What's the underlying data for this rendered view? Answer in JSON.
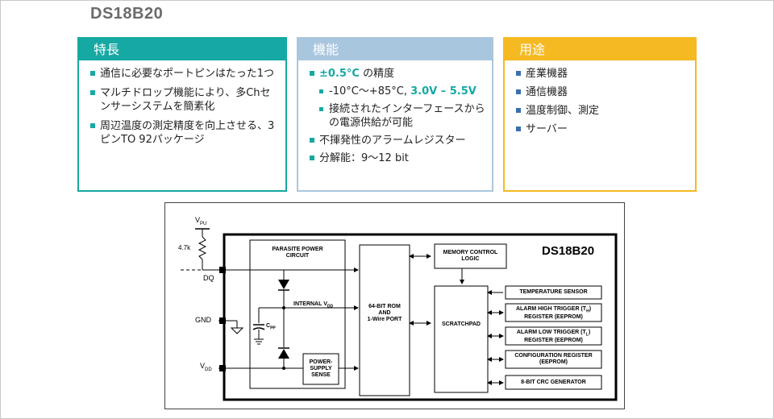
{
  "slide": {
    "title": "DS18B20",
    "features": {
      "heading": "特長",
      "items": [
        "通信に必要なポートピンはたった1つ",
        "マルチドロップ機能により、多Chセンサーシステムを簡素化",
        "周辺温度の測定精度を向上させる、3ピンTO 92パッケージ"
      ]
    },
    "function": {
      "heading": "機能",
      "accuracy_value": "±0.5°C",
      "accuracy_suffix": "の精度",
      "temp_range": "-10°C～+85°C, ",
      "voltage_range": "3.0V – 5.5V",
      "parasite_power": "接続されたインターフェースからの電源供給が可能",
      "alarm": "不揮発性のアラームレジスター",
      "resolution": "分解能：9～12 bit"
    },
    "applications": {
      "heading": "用途",
      "items": [
        "産業機器",
        "通信機器",
        "温度制御、測定",
        "サーバー"
      ]
    }
  },
  "diagram": {
    "chip_name": "DS18B20",
    "vpu": "V",
    "vpu_sub": "PU",
    "resistor": "4.7k",
    "pin_dq": "DQ",
    "pin_gnd": "GND",
    "pin_vdd": "V",
    "pin_vdd_sub": "DD",
    "parasite_l1": "PARASITE POWER",
    "parasite_l2": "CIRCUIT",
    "internal_vdd": "INTERNAL V",
    "internal_vdd_sub": "DD",
    "cpp": "C",
    "cpp_sub": "PP",
    "pss_l1": "POWER-",
    "pss_l2": "SUPPLY",
    "pss_l3": "SENSE",
    "rom_l1": "64-BIT ROM",
    "rom_l2": "AND",
    "rom_l3": "1-Wire PORT",
    "mem_l1": "MEMORY CONTROL",
    "mem_l2": "LOGIC",
    "scratchpad": "SCRATCHPAD",
    "temp_sensor": "TEMPERATURE SENSOR",
    "alarm_high_l1": "ALARM HIGH TRIGGER (T",
    "alarm_high_sub": "H",
    "alarm_high_close": ")",
    "alarm_high_l2": "REGISTER (EEPROM)",
    "alarm_low_l1": "ALARM LOW TRIGGER (T",
    "alarm_low_sub": "L",
    "alarm_low_close": ")",
    "alarm_low_l2": "REGISTER (EEPROM)",
    "config_l1": "CONFIGURATION REGISTER",
    "config_l2": "(EEPROM)",
    "crc": "8-BIT CRC GENERATOR"
  }
}
